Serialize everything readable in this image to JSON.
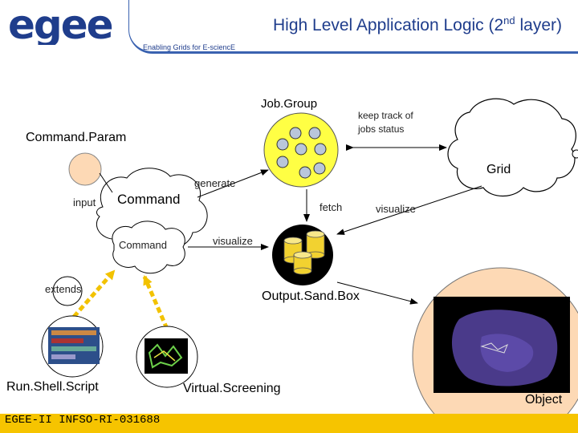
{
  "header": {
    "logo_text": "egee",
    "title_main": "High Level Application Logic (2",
    "title_sup": "nd",
    "title_end": " layer)",
    "tagline": "Enabling Grids for E-sciencE"
  },
  "labels": {
    "job_group": "Job.Group",
    "keep_track": "keep track of",
    "jobs_status": "jobs status",
    "command_param": "Command.Param",
    "grid": "Grid",
    "generate": "generate",
    "input": "input",
    "command_big": "Command",
    "fetch": "fetch",
    "visualize_right": "visualize",
    "command_small": "Command",
    "visualize_mid": "visualize",
    "extends": "extends",
    "output_sandbox": "Output.Sand.Box",
    "run_shell_script": "Run.Shell.Script",
    "virtual_screening": "Virtual.Screening",
    "object": "Object"
  },
  "footer": {
    "text": "EGEE-II INFSO-RI-031688"
  },
  "colors": {
    "brand_blue": "#1f3d8c",
    "job_group_fill": "#ffff44",
    "command_param_fill": "#fdd9b5",
    "object_fill": "#fdd9b5",
    "sandbox_fill": "#000000",
    "cylinder_fill": "#f2d230",
    "extends_arrow": "#f2c200",
    "footer": "#f6c400"
  },
  "icons": [
    "job-circle-icon",
    "cloud-icon",
    "cylinder-icon",
    "arrow-icon",
    "molecule-image",
    "script-image",
    "protein-image"
  ]
}
